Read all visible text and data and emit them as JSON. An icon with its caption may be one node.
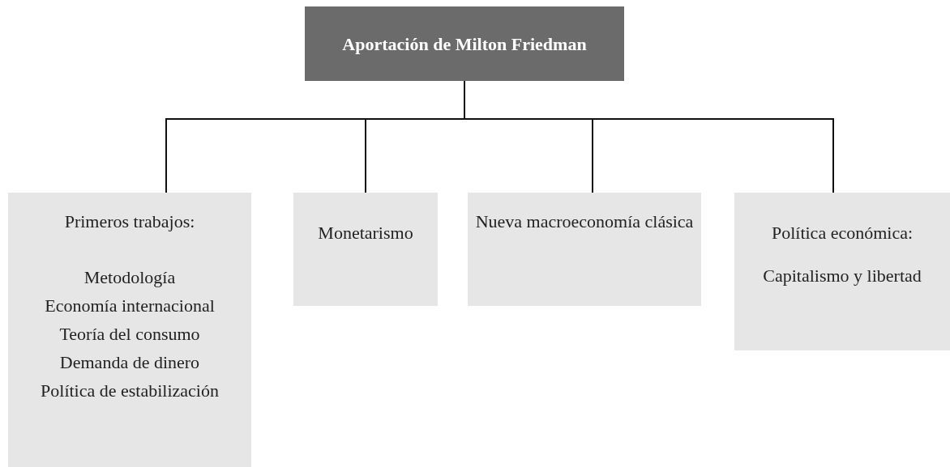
{
  "diagram": {
    "nodes": [
      {
        "text": [
          "Aportación de Milton Friedman"
        ]
      },
      {
        "text": [
          "Primeros trabajos:",
          "Metodología",
          "Economía internacional",
          "Teoría del consumo",
          "Demanda de dinero",
          "Política de estabilización"
        ]
      },
      {
        "text": [
          "Monetarismo"
        ]
      },
      {
        "text": [
          "Nueva macroeconomía clásica"
        ]
      },
      {
        "text": [
          "Política económica:",
          "Capitalismo y libertad"
        ]
      }
    ],
    "edges": [
      {
        "from": 0,
        "to": 1,
        "arrow": "none"
      },
      {
        "from": 0,
        "to": 2,
        "arrow": "none"
      },
      {
        "from": 0,
        "to": 3,
        "arrow": "none"
      },
      {
        "from": 0,
        "to": 4,
        "arrow": "none"
      }
    ]
  }
}
